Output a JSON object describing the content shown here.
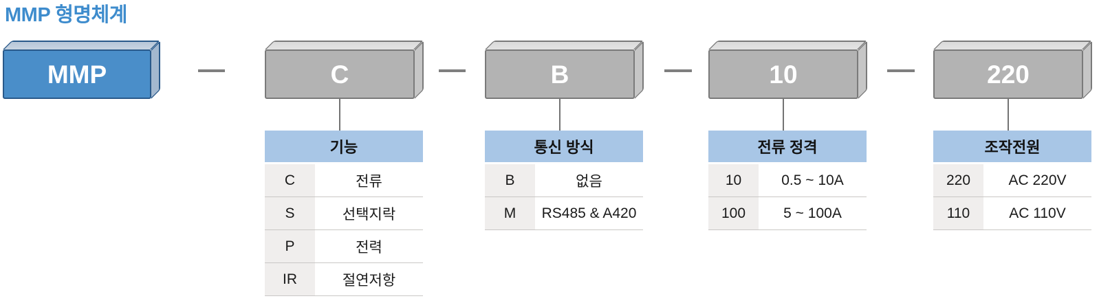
{
  "title": "MMP 형명체계",
  "colors": {
    "title_blue": "#3e8ccd",
    "box_blue_front": "#4a8ec9",
    "box_blue_edge": "#29598a",
    "box_gray_front": "#b3b3b3",
    "box_gray_edge": "#7a7a7a",
    "table_header_bg": "#a8c6e6",
    "table_code_col_bg": "#f0eeed"
  },
  "segments": [
    {
      "code": "MMP"
    },
    {
      "code": "C",
      "table": {
        "header": "기능",
        "rows": [
          {
            "code": "C",
            "label": "전류"
          },
          {
            "code": "S",
            "label": "선택지락"
          },
          {
            "code": "P",
            "label": "전력"
          },
          {
            "code": "IR",
            "label": "절연저항"
          }
        ]
      }
    },
    {
      "code": "B",
      "table": {
        "header": "통신 방식",
        "rows": [
          {
            "code": "B",
            "label": "없음"
          },
          {
            "code": "M",
            "label": "RS485 & A420"
          }
        ]
      }
    },
    {
      "code": "10",
      "table": {
        "header": "전류 정격",
        "rows": [
          {
            "code": "10",
            "label": "0.5 ~ 10A"
          },
          {
            "code": "100",
            "label": "5 ~ 100A"
          }
        ]
      }
    },
    {
      "code": "220",
      "table": {
        "header": "조작전원",
        "rows": [
          {
            "code": "220",
            "label": "AC 220V"
          },
          {
            "code": "110",
            "label": "AC 110V"
          }
        ]
      }
    }
  ]
}
